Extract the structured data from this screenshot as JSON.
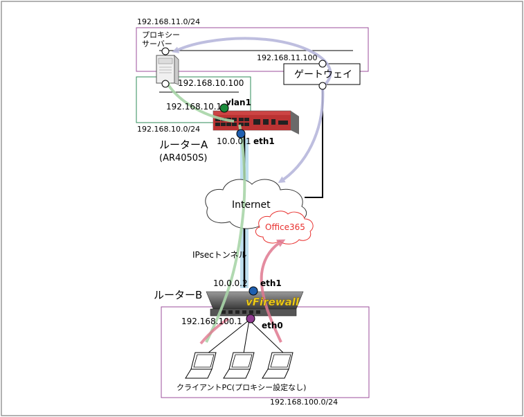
{
  "networks": {
    "proxy_net": "192.168.11.0/24",
    "lan_a": "192.168.10.0/24",
    "lan_b": "192.168.100.0/24"
  },
  "proxy_server": {
    "name_line1": "プロキシー",
    "name_line2": "サーバー",
    "lan_ip": "192.168.10.100"
  },
  "gateway": {
    "name": "ゲートウェイ",
    "ip": "192.168.11.100"
  },
  "router_a": {
    "name": "ルーターA",
    "model": "(AR4050S)",
    "vlan_ip": "192.168.10.1",
    "vlan_if": "vlan1",
    "wan_ip": "10.0.0.1",
    "wan_if": "eth1"
  },
  "internet": {
    "label": "Internet"
  },
  "office365": {
    "label": "Office365"
  },
  "tunnel": {
    "label": "IPsecトンネル"
  },
  "router_b": {
    "name": "ルーターB",
    "brand": "vFirewall",
    "wan_ip": "10.0.0.2",
    "wan_if": "eth1",
    "lan_ip": "192.168.100.1",
    "lan_if": "eth0"
  },
  "clients": {
    "label": "クライアントPC(プロキシー設定なし)"
  },
  "colors": {
    "purple_box": "#9b4d9b",
    "green_box": "#2e8b57",
    "flow_purple": "#b7b7dc",
    "flow_green": "#a8d5a8",
    "flow_pink": "#e07890",
    "tunnel_blue": "#bfe0f0",
    "if_blue": "#1f5fb0",
    "if_green": "#1a8a3a",
    "if_purple": "#8e3a8e",
    "office_red": "#e8302e"
  }
}
